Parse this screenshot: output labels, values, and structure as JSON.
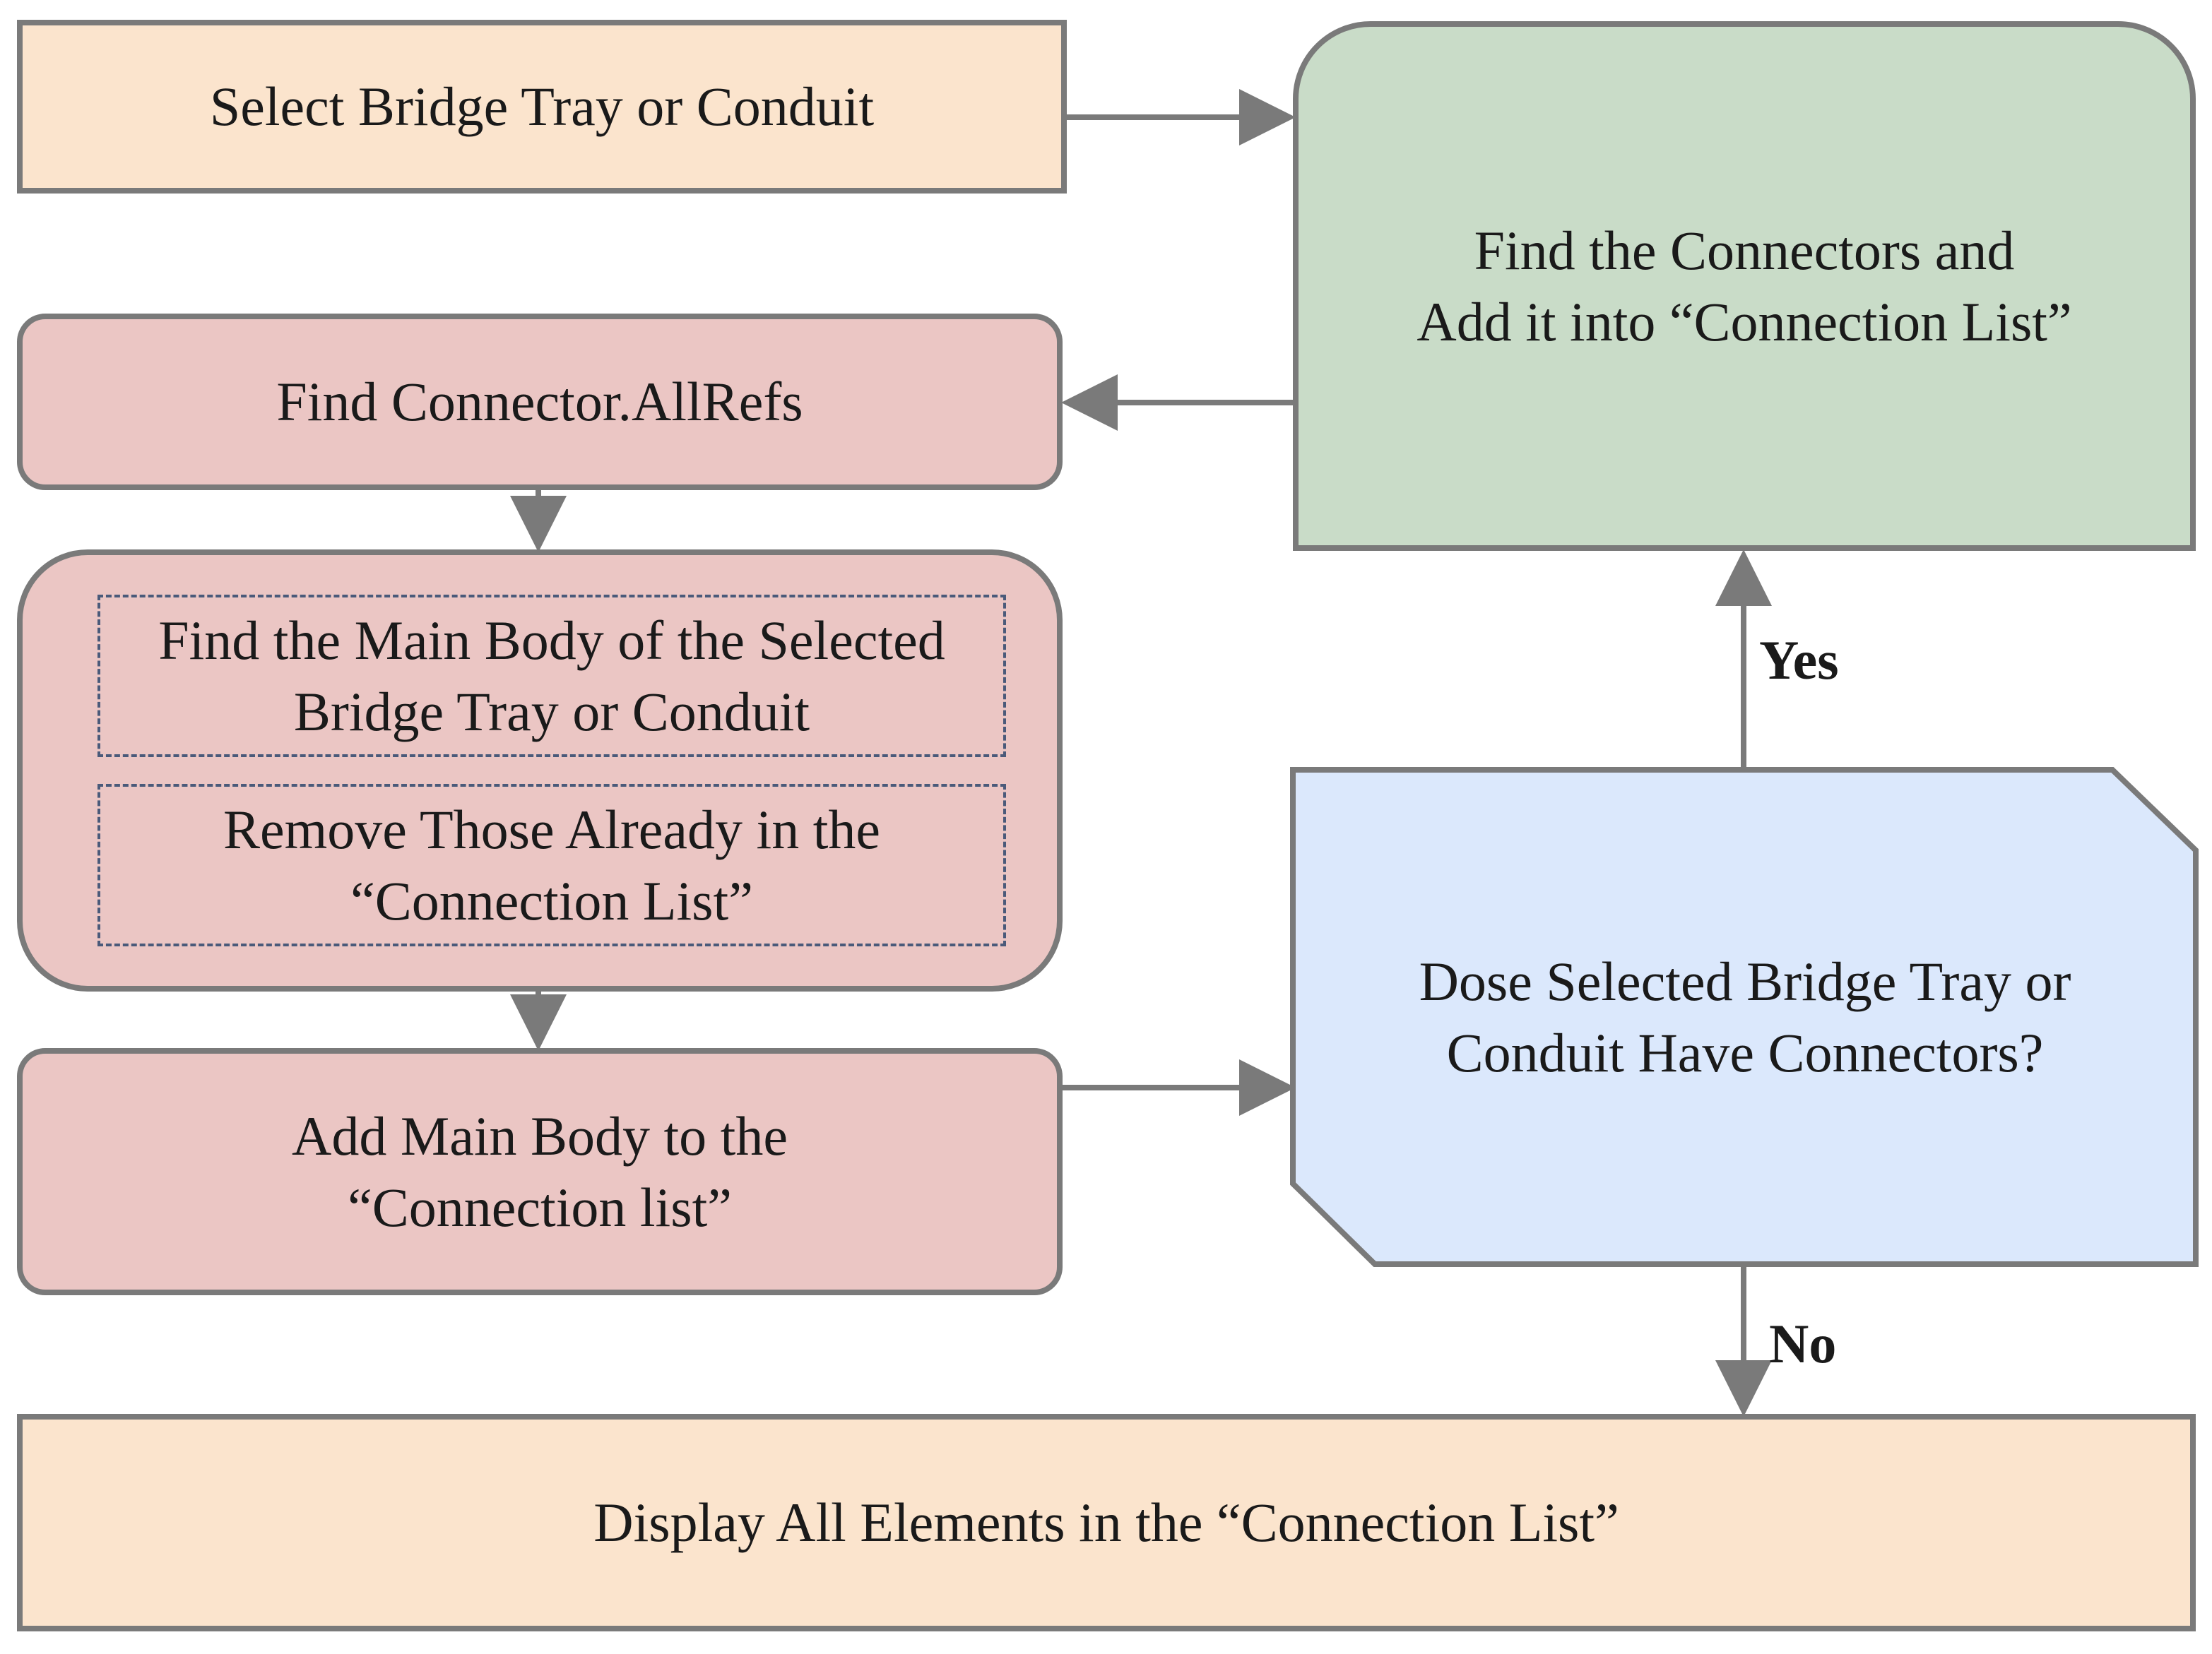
{
  "nodes": {
    "select": "Select Bridge Tray or Conduit",
    "find_connectors": {
      "line1": "Find the Connectors and",
      "line2": "Add it into “Connection List”"
    },
    "find_allrefs": "Find Connector.AllRefs",
    "find_main_body": {
      "line1": "Find the Main Body of the Selected",
      "line2": "Bridge Tray or Conduit"
    },
    "remove_existing": {
      "line1": "Remove Those Already in the",
      "line2": "“Connection List”"
    },
    "add_main_body": {
      "line1": "Add Main Body to the",
      "line2": "“Connection list”"
    },
    "decision": {
      "line1": "Dose Selected Bridge Tray or",
      "line2": "Conduit Have Connectors?"
    },
    "display": "Display All Elements in the “Connection List”"
  },
  "edges": {
    "yes_label": "Yes",
    "no_label": "No"
  },
  "colors": {
    "peach": "#fbe4cd",
    "pink": "#ebc6c4",
    "green": "#c9dcc8",
    "blue": "#dbe8fc",
    "border": "#7a7a7a",
    "arrow": "#7a7a7a"
  }
}
